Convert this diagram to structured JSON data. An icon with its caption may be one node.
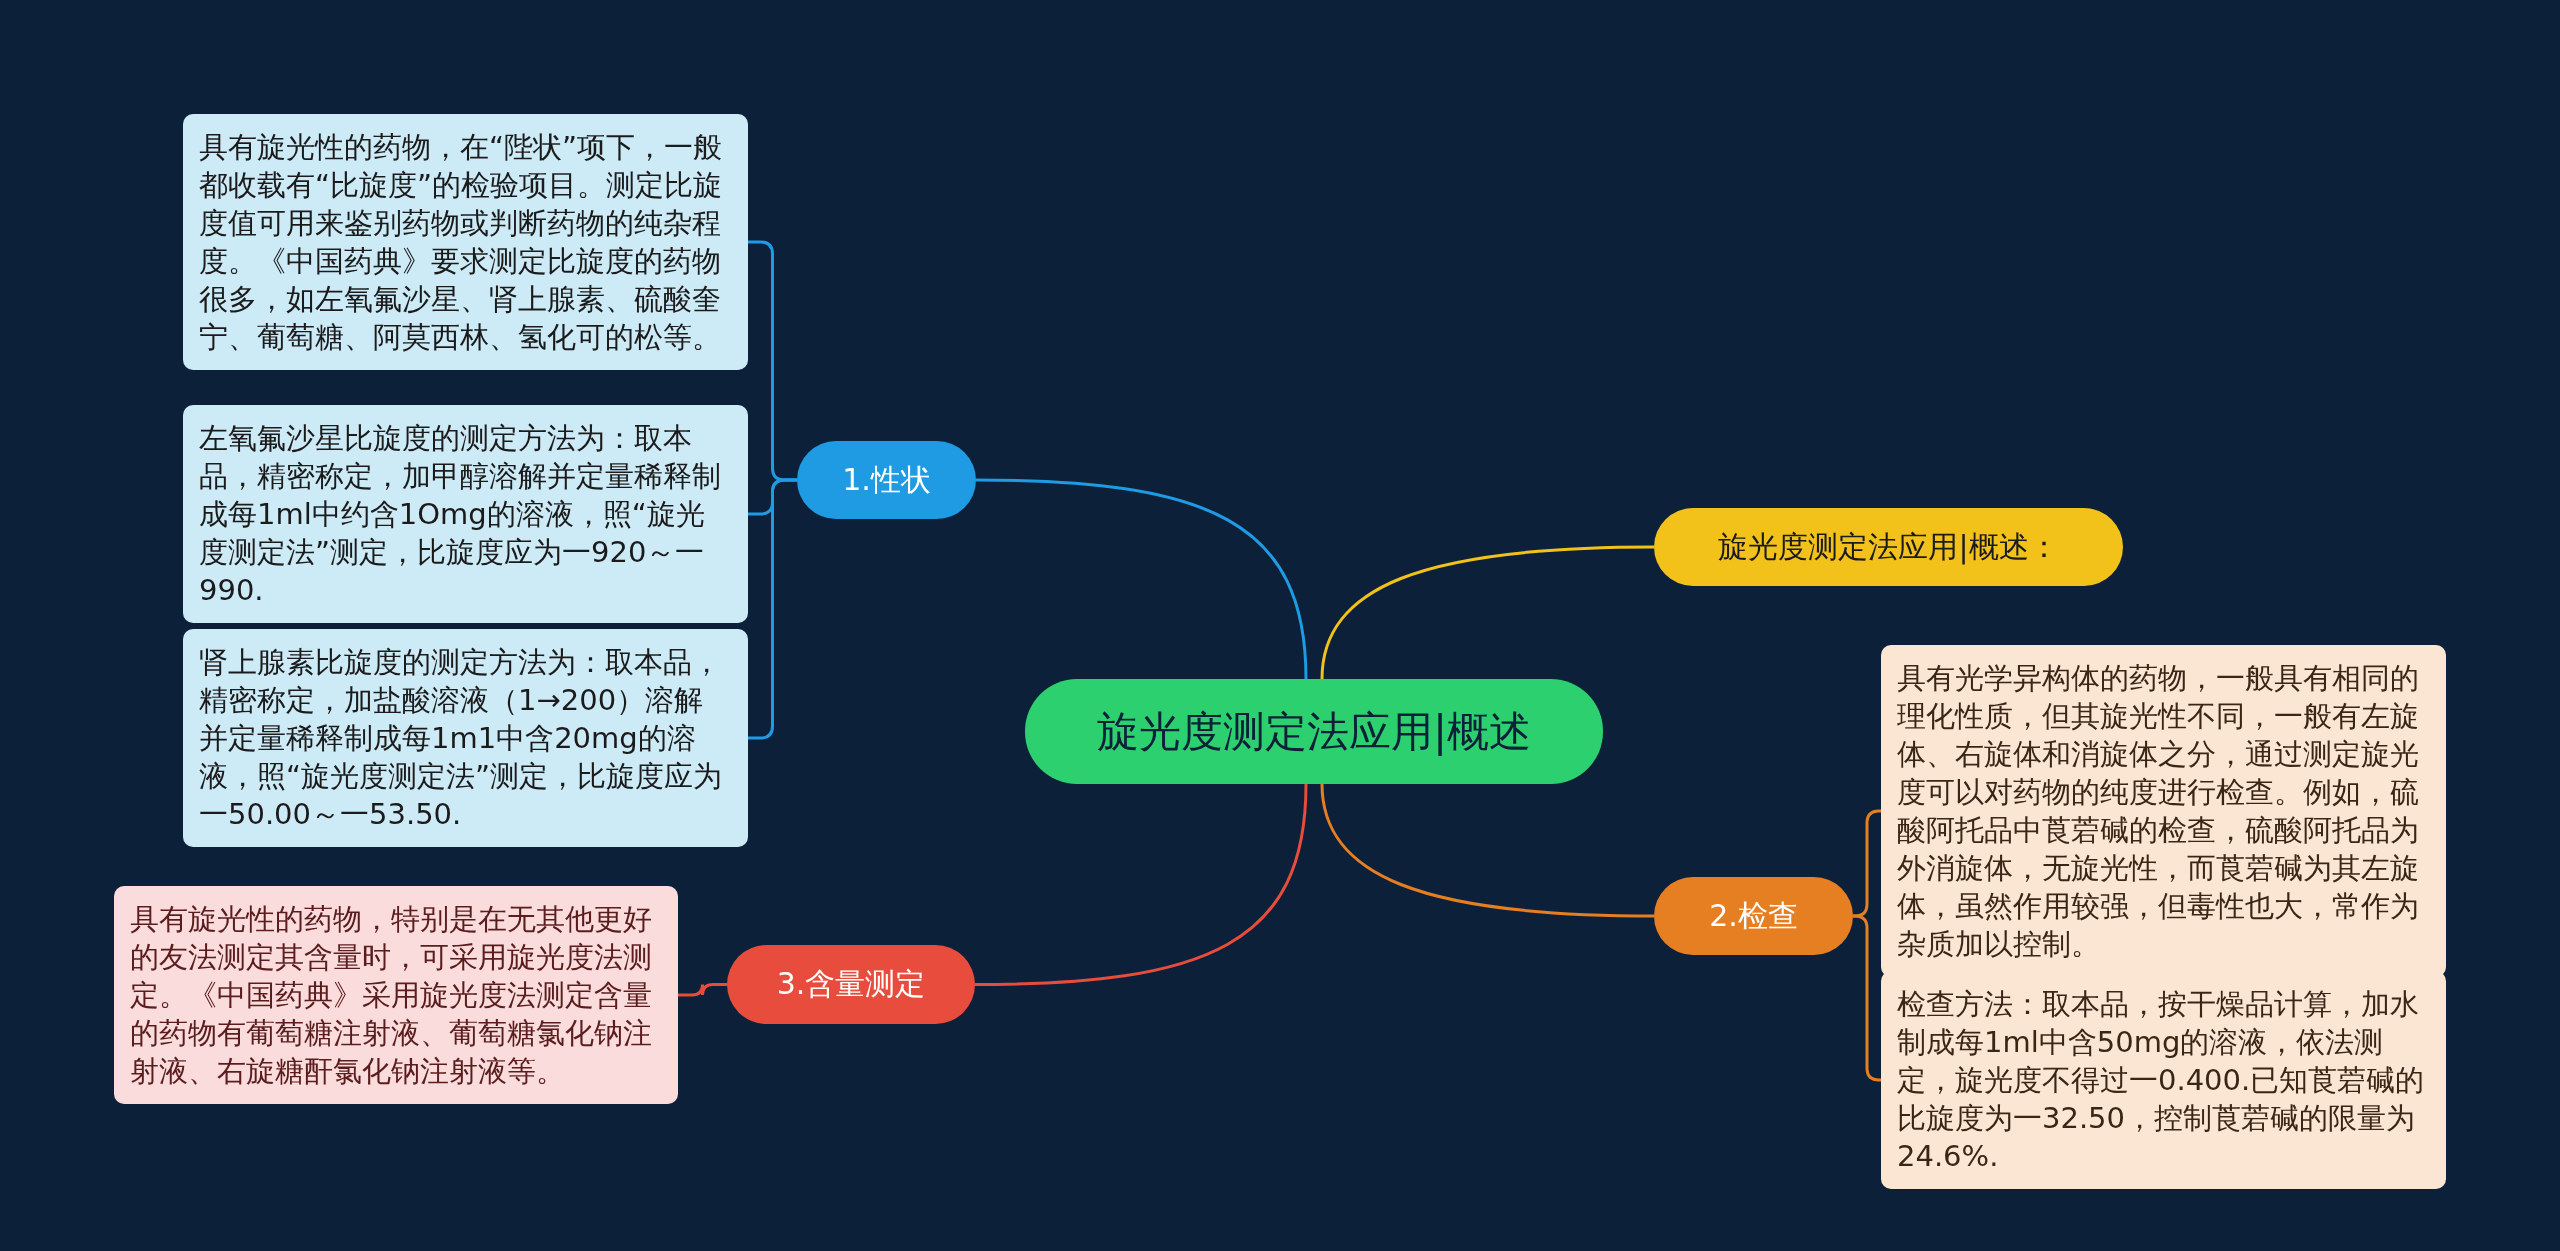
{
  "diagram": {
    "nodes": [
      {
        "text": [
          "旋光度测定法应用|概述"
        ]
      },
      {
        "text": [
          "1.性状"
        ]
      },
      {
        "text": [
          "具有旋光性的药物，在“陛状”项下，一般都收载有“比旋度”的检验项目。测定比旋度值可用来鉴别药物或判断药物的纯杂程度。《中国药典》要求测定比旋度的药物很多，如左氧氟沙星、肾上腺素、硫酸奎宁、葡萄糖、阿莫西林、氢化可的松等。"
        ]
      },
      {
        "text": [
          "左氧氟沙星比旋度的测定方法为：取本品，精密称定，加甲醇溶解并定量稀释制成每1ml中约含1Omg的溶液，照“旋光度测定法”测定，比旋度应为一920～一990."
        ]
      },
      {
        "text": [
          "肾上腺素比旋度的测定方法为：取本品，精密称定，加盐酸溶液（1→200）溶解并定量稀释制成每1m1中含20mg的溶液，照“旋光度测定法”测定，比旋度应为一50.00～一53.50."
        ]
      },
      {
        "text": [
          "旋光度测定法应用|概述："
        ]
      },
      {
        "text": [
          "2.检查"
        ]
      },
      {
        "text": [
          "具有光学异构体的药物，一般具有相同的理化性质，但其旋光性不同，一般有左旋体、右旋体和消旋体之分，通过测定旋光度可以对药物的纯度进行检查。例如，硫酸阿托品中莨菪碱的检查，硫酸阿托品为外消旋体，无旋光性，而莨菪碱为其左旋体，虽然作用较强，但毒性也大，常作为杂质加以控制。"
        ]
      },
      {
        "text": [
          "检查方法：取本品，按干燥品计算，加水制成每1ml中含50mg的溶液，依法测定，旋光度不得过一0.400.已知莨菪碱的比旋度为一32.50，控制莨菪碱的限量为24.6%."
        ]
      },
      {
        "text": [
          "3.含量测定"
        ]
      },
      {
        "text": [
          "具有旋光性的药物，特别是在无其他更好的友法测定其含量时，可采用旋光度法测定。《中国药典》采用旋光度法测定含量的药物有葡萄糖注射液、葡萄糖氯化钠注射液、右旋糖酐氯化钠注射液等。"
        ]
      }
    ],
    "edges": [
      {
        "from": 0,
        "to": 1,
        "arrow": "none",
        "color": "#1f9be3"
      },
      {
        "from": 1,
        "to": 2,
        "arrow": "none",
        "color": "#1f9be3"
      },
      {
        "from": 1,
        "to": 3,
        "arrow": "none",
        "color": "#1f9be3"
      },
      {
        "from": 1,
        "to": 4,
        "arrow": "none",
        "color": "#1f9be3"
      },
      {
        "from": 0,
        "to": 5,
        "arrow": "none",
        "color": "#f2c21b"
      },
      {
        "from": 0,
        "to": 6,
        "arrow": "none",
        "color": "#e67e22"
      },
      {
        "from": 6,
        "to": 7,
        "arrow": "none",
        "color": "#e67e22"
      },
      {
        "from": 6,
        "to": 8,
        "arrow": "none",
        "color": "#e67e22"
      },
      {
        "from": 0,
        "to": 9,
        "arrow": "none",
        "color": "#e74c3c"
      },
      {
        "from": 9,
        "to": 10,
        "arrow": "none",
        "color": "#e74c3c"
      }
    ]
  }
}
